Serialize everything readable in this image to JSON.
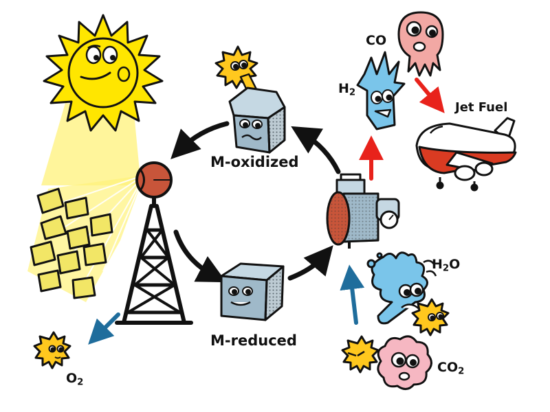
{
  "labels": {
    "m_oxidized": "M-oxidized",
    "m_reduced": "M-reduced",
    "jet_fuel": "Jet Fuel",
    "co": "CO",
    "h2": {
      "base": "H",
      "sub": "2"
    },
    "h2o": {
      "base": "H",
      "sub": "2",
      "tail": "O"
    },
    "co2": {
      "base": "CO",
      "sub": "2"
    },
    "o2": {
      "base": "O",
      "sub": "2"
    }
  },
  "colors": {
    "sun": "#ffe600",
    "beam": "#fff27a",
    "mirror": "#f2e666",
    "tower_head": "#c8553a",
    "metal_block": "#9fb9c9",
    "oxygen_ball": "#ffc81e",
    "co_ghost": "#f2a8a4",
    "co2_cloud": "#f6b7c2",
    "water_blue": "#7ac5ea",
    "red_arrow": "#e8221b",
    "blue_arrow": "#1f6d9c",
    "black_arrow": "#111111"
  },
  "icons": [
    "sun-icon",
    "heliostat-mirror-icon",
    "solar-tower-icon",
    "oxidized-metal-block-icon",
    "reduced-metal-block-icon",
    "reactor-icon",
    "hydrogen-icon",
    "carbon-monoxide-icon",
    "jet-airplane-icon",
    "water-drop-icon",
    "carbon-dioxide-icon",
    "oxygen-atom-icon"
  ]
}
